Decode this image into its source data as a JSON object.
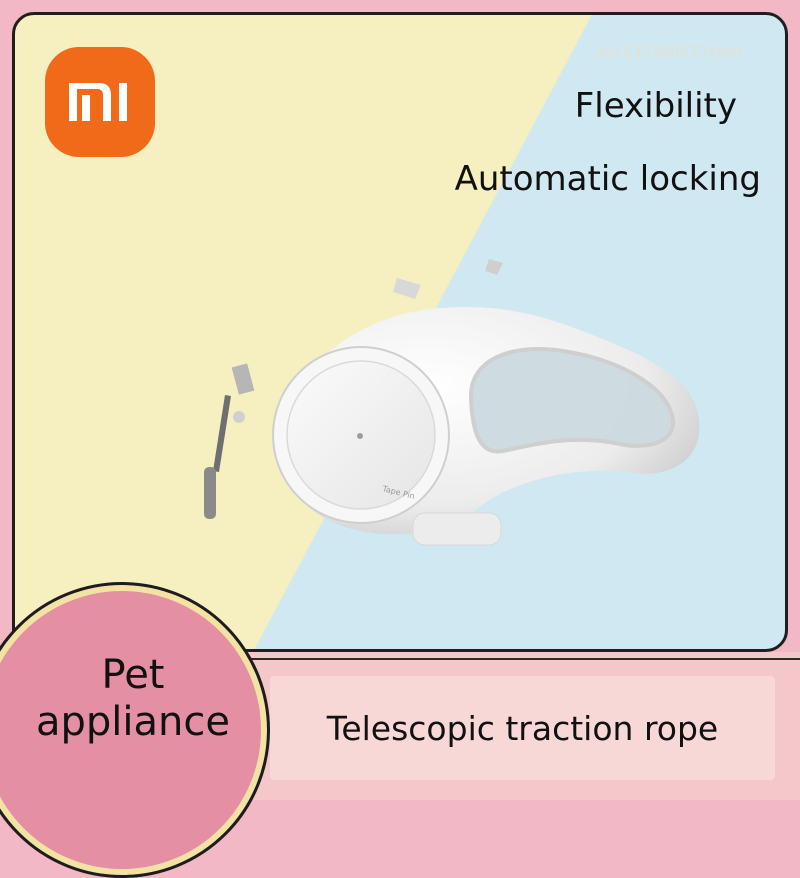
{
  "brand": {
    "logo_text": "MI",
    "logo_color": "#f06a1a"
  },
  "watermark": "cn1533300577zxsd",
  "features": [
    "Flexibility",
    "Automatic locking"
  ],
  "product": {
    "label_text": "Tape Pin"
  },
  "circle_label": [
    "Pet",
    "appliance"
  ],
  "bottom_label": "Telescopic traction rope",
  "colors": {
    "background_pink": "#f2b8c6",
    "yellow_panel": "#f6efbf",
    "blue_panel": "#cfe8f1",
    "circle_pink": "#e48fa4",
    "bottom_box": "#f7d8d7"
  }
}
